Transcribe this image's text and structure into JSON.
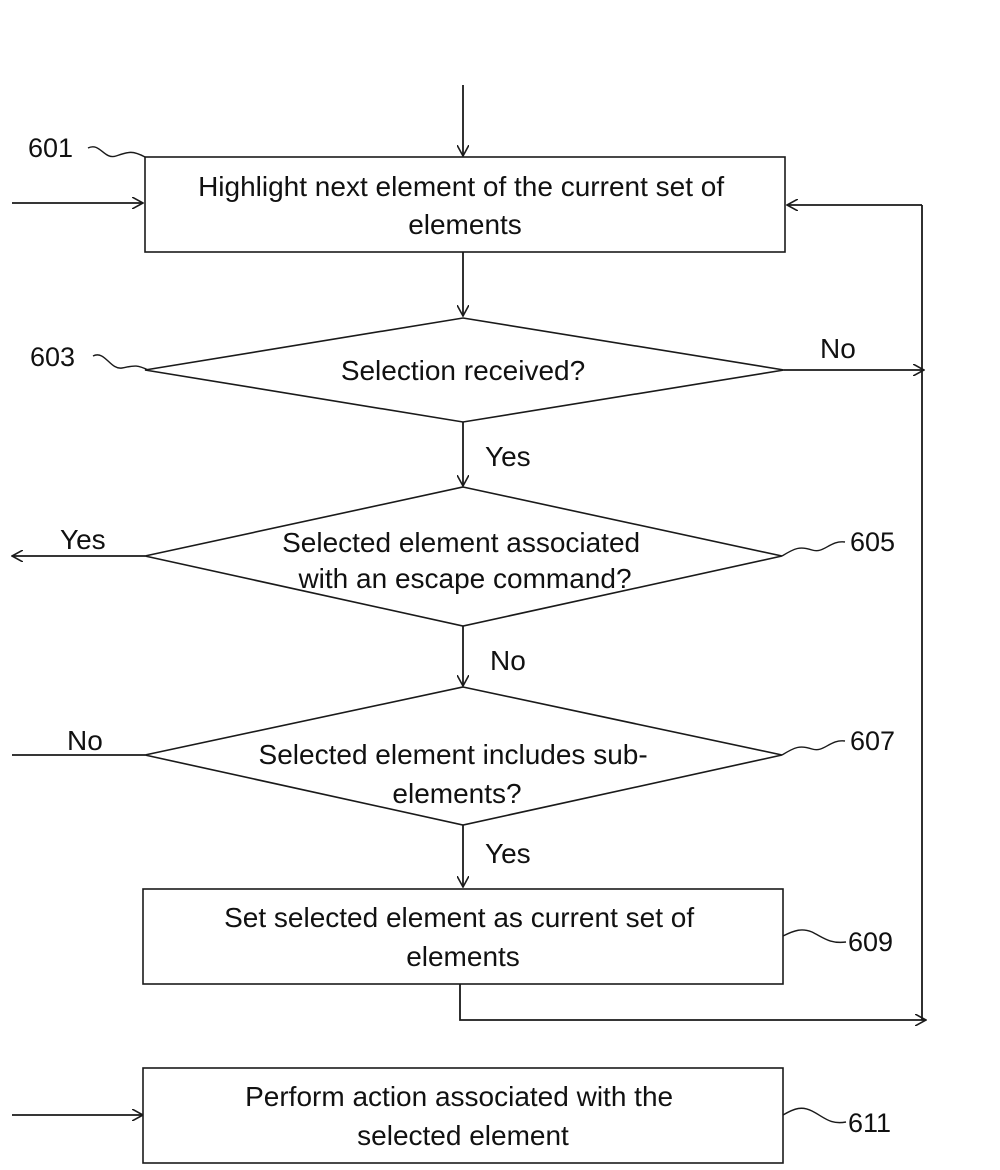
{
  "nodes": {
    "n601": {
      "ref": "601",
      "lines": [
        "Highlight next element of the current set of",
        "elements"
      ]
    },
    "n603": {
      "ref": "603",
      "lines": [
        "Selection received?"
      ]
    },
    "n605": {
      "ref": "605",
      "lines": [
        "Selected element associated",
        "with an escape command?"
      ]
    },
    "n607": {
      "ref": "607",
      "lines": [
        "Selected element includes sub-",
        "elements?"
      ]
    },
    "n609": {
      "ref": "609",
      "lines": [
        "Set selected element as current set of",
        "elements"
      ]
    },
    "n611": {
      "ref": "611",
      "lines": [
        "Perform action associated with the",
        "selected element"
      ]
    }
  },
  "edges": {
    "n603_no": "No",
    "n603_yes": "Yes",
    "n605_yes": "Yes",
    "n605_no": "No",
    "n607_no": "No",
    "n607_yes": "Yes"
  }
}
